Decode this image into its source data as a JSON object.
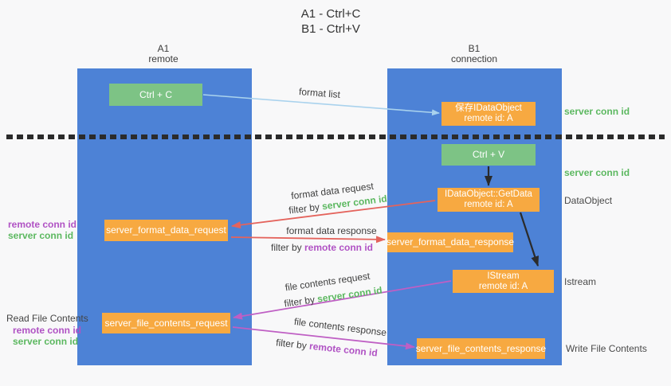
{
  "title": {
    "line1": "A1 - Ctrl+C",
    "line2": "B1 - Ctrl+V"
  },
  "lanes": {
    "left": {
      "name": "A1",
      "subtitle": "remote"
    },
    "right": {
      "name": "B1",
      "subtitle": "connection"
    }
  },
  "nodes": {
    "ctrl_c": {
      "label": "Ctrl + C"
    },
    "ctrl_v": {
      "label": "Ctrl + V"
    },
    "save_dataobject": {
      "line1": "保存IDataObject",
      "line2": "remote id: A"
    },
    "getdata": {
      "line1": "IDataObject::GetData",
      "line2": "remote id: A"
    },
    "istream": {
      "line1": "IStream",
      "line2": "remote id: A"
    },
    "format_request": {
      "label": "server_format_data_request"
    },
    "format_response": {
      "label": "server_format_data_response"
    },
    "file_request": {
      "label": "server_file_contents_request"
    },
    "file_response": {
      "label": "server_file_contents_response"
    }
  },
  "side_labels": {
    "server_conn_id_top": "server conn id",
    "server_conn_id_mid": "server conn id",
    "dataobject": "DataObject",
    "istream": "Istream",
    "write_file_contents": "Write File Contents",
    "read_file_contents": "Read File Contents",
    "format_pair": {
      "remote": "remote conn id",
      "server": "server conn id"
    },
    "file_pair": {
      "remote": "remote conn id",
      "server": "server conn id"
    }
  },
  "arrow_labels": {
    "format_list": "format list",
    "format_data_request": "format data request",
    "format_data_response": "format data response",
    "file_contents_request": "file contents request",
    "file_contents_response": "file contents response",
    "filter_by": "filter by ",
    "server_conn_id": "server conn id",
    "remote_conn_id": "remote conn id"
  },
  "colors": {
    "lane_blue": "#4d82d6",
    "box_orange": "#f7a941",
    "box_green": "#7dc385",
    "arrow_light_blue": "#a9d2ed",
    "arrow_red": "#e4635c",
    "arrow_magenta": "#bf5fc4",
    "arrow_black": "#2b2b2b",
    "text_green": "#5cb860",
    "text_purple": "#b052c4",
    "text_gray": "#4a4a4a",
    "background": "#f8f8f9"
  }
}
